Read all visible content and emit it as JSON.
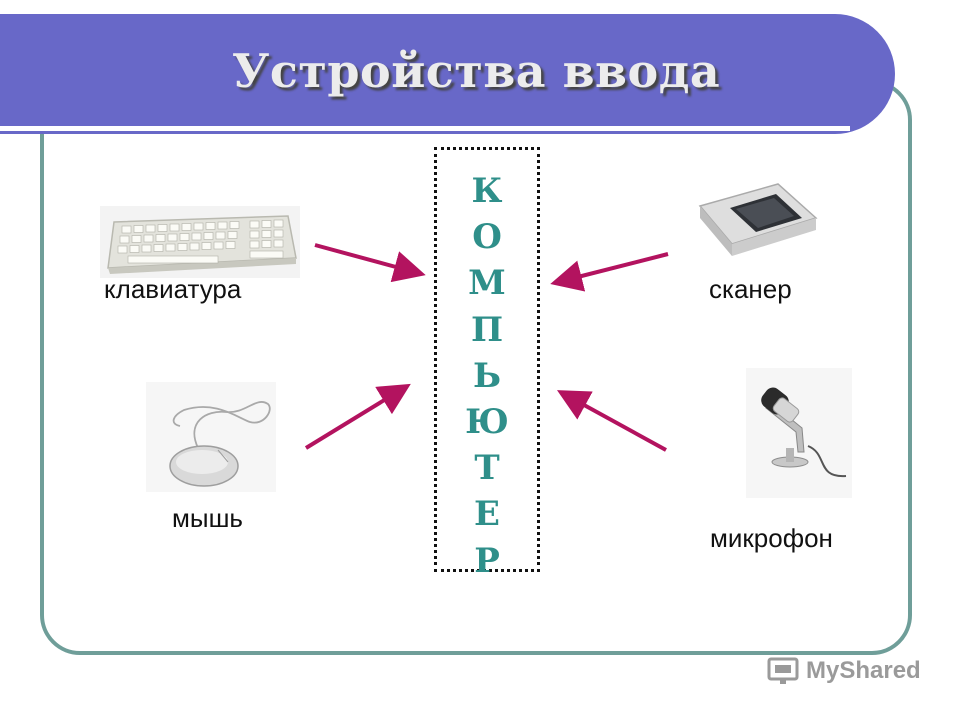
{
  "title": "Устройства ввода",
  "center": {
    "letters": [
      "К",
      "О",
      "М",
      "П",
      "Ь",
      "Ю",
      "Т",
      "Е",
      "Р"
    ]
  },
  "devices": {
    "keyboard": "клавиатура",
    "mouse": "мышь",
    "scanner": "сканер",
    "microphone": "микрофон"
  },
  "watermark": "MyShared",
  "colors": {
    "banner": "#6868c8",
    "frame": "#6f9e99",
    "arrow": "#b3135f",
    "letters": "#2f8f8a"
  },
  "icons": [
    "keyboard-icon",
    "mouse-icon",
    "scanner-icon",
    "microphone-icon",
    "myshared-logo-icon"
  ]
}
